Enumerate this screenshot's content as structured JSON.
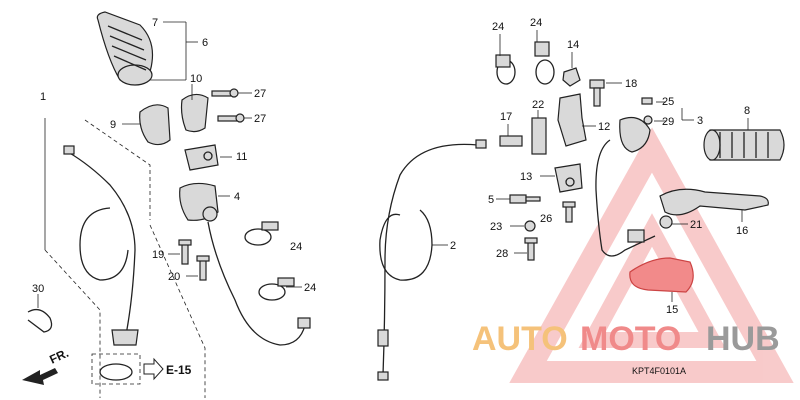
{
  "diagram": {
    "callouts": {
      "n1": "1",
      "n2": "2",
      "n3": "3",
      "n4": "4",
      "n5": "5",
      "n6": "6",
      "n7": "7",
      "n8": "8",
      "n9": "9",
      "n10": "10",
      "n11": "11",
      "n12": "12",
      "n13": "13",
      "n14": "14",
      "n15": "15",
      "n16": "16",
      "n17": "17",
      "n18": "18",
      "n19": "19",
      "n20": "20",
      "n21": "21",
      "n22": "22",
      "n23": "23",
      "n24a": "24",
      "n24b": "24",
      "n24c": "24",
      "n24d": "24",
      "n25": "25",
      "n26": "26",
      "n27a": "27",
      "n27b": "27",
      "n28": "28",
      "n29": "29",
      "n30": "30"
    },
    "ref_label": "E-15",
    "front_label": "FR.",
    "diagram_code": "KPT4F0101A"
  },
  "watermark": {
    "part1": "AUTO",
    "part2": "MOTO",
    "part3": "HUB",
    "color1": "#f5c27a",
    "color2": "#f08a8a",
    "color3": "#9a9a9a",
    "triangle_color": "#f3a0a0"
  }
}
